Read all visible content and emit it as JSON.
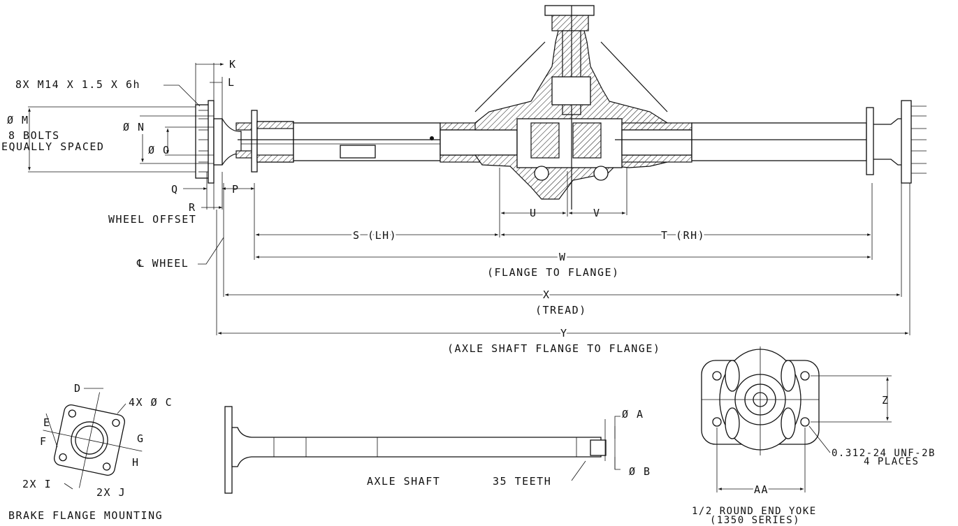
{
  "labels": {
    "bolt_spec": "8X M14 X 1.5 X 6h",
    "dim_k": "K",
    "dim_l": "L",
    "dia_m": "Ø M",
    "bolts_line1": "8 BOLTS",
    "bolts_line2": "EQUALLY SPACED",
    "dia_n": "Ø N",
    "dia_o": "Ø O",
    "dim_q": "Q",
    "dim_p": "P",
    "dim_r": "R",
    "wheel_offset": "WHEEL OFFSET",
    "cl_wheel": "℄ WHEEL",
    "dim_u": "U",
    "dim_v": "V",
    "dim_s": "S (LH)",
    "dim_t": "T (RH)",
    "dim_w": "W",
    "flange_to_flange": "(FLANGE TO FLANGE)",
    "dim_x": "X",
    "tread": "(TREAD)",
    "dim_y": "Y",
    "axle_shaft_flange": "(AXLE SHAFT FLANGE TO FLANGE)",
    "dim_d": "D",
    "hole_c": "4X Ø C",
    "dim_e": "E",
    "dim_f": "F",
    "dim_g": "G",
    "dim_h": "H",
    "dim_i": "2X I",
    "dim_j": "2X J",
    "brake_flange": "BRAKE FLANGE MOUNTING",
    "dia_a": "Ø A",
    "dia_b": "Ø B",
    "axle_shaft": "AXLE SHAFT",
    "teeth": "35 TEETH",
    "dim_z": "Z",
    "tap_spec": "0.312-24 UNF-2B",
    "tap_places": "4 PLACES",
    "dim_aa": "AA",
    "yoke_line1": "1/2 ROUND END YOKE",
    "yoke_line2": "(1350 SERIES)"
  }
}
